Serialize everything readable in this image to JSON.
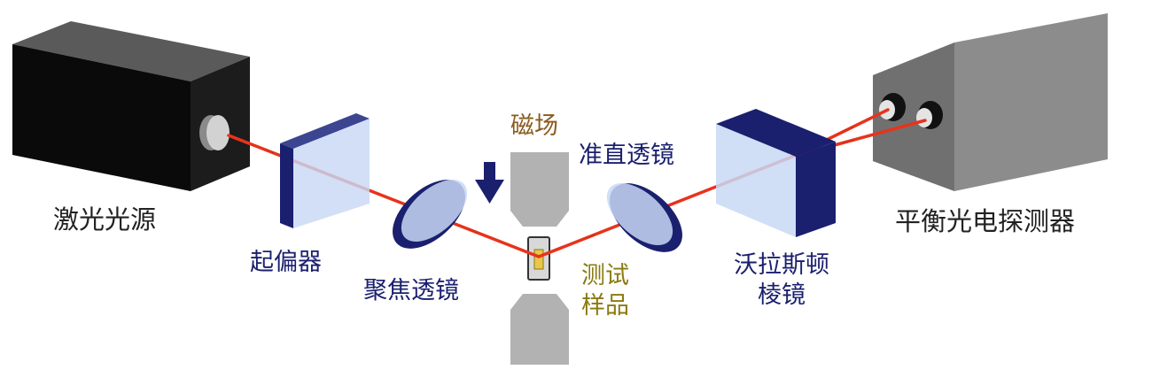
{
  "labels": {
    "laser_source": "激光光源",
    "polarizer": "起偏器",
    "focusing_lens": "聚焦透镜",
    "magnetic_field": "磁场",
    "sample_line1": "测试",
    "sample_line2": "样品",
    "collimating_lens": "准直透镜",
    "wollaston_line1": "沃拉斯顿",
    "wollaston_line2": "棱镜",
    "balanced_detector": "平衡光电探测器"
  },
  "colors": {
    "beam": "#e8331c",
    "optics_frame": "#1a1f6e",
    "optics_glass": "#c8d8f4",
    "magnet": "#b4b4b4",
    "sample": "#e8c84a",
    "label_default": "#222222",
    "label_optics": "#1a1f6e",
    "label_field": "#8a5a1e",
    "label_sample": "#8a7a10"
  },
  "icons": {
    "field_direction": "down-arrow-icon",
    "beam_direction": "arrowhead-icon"
  }
}
